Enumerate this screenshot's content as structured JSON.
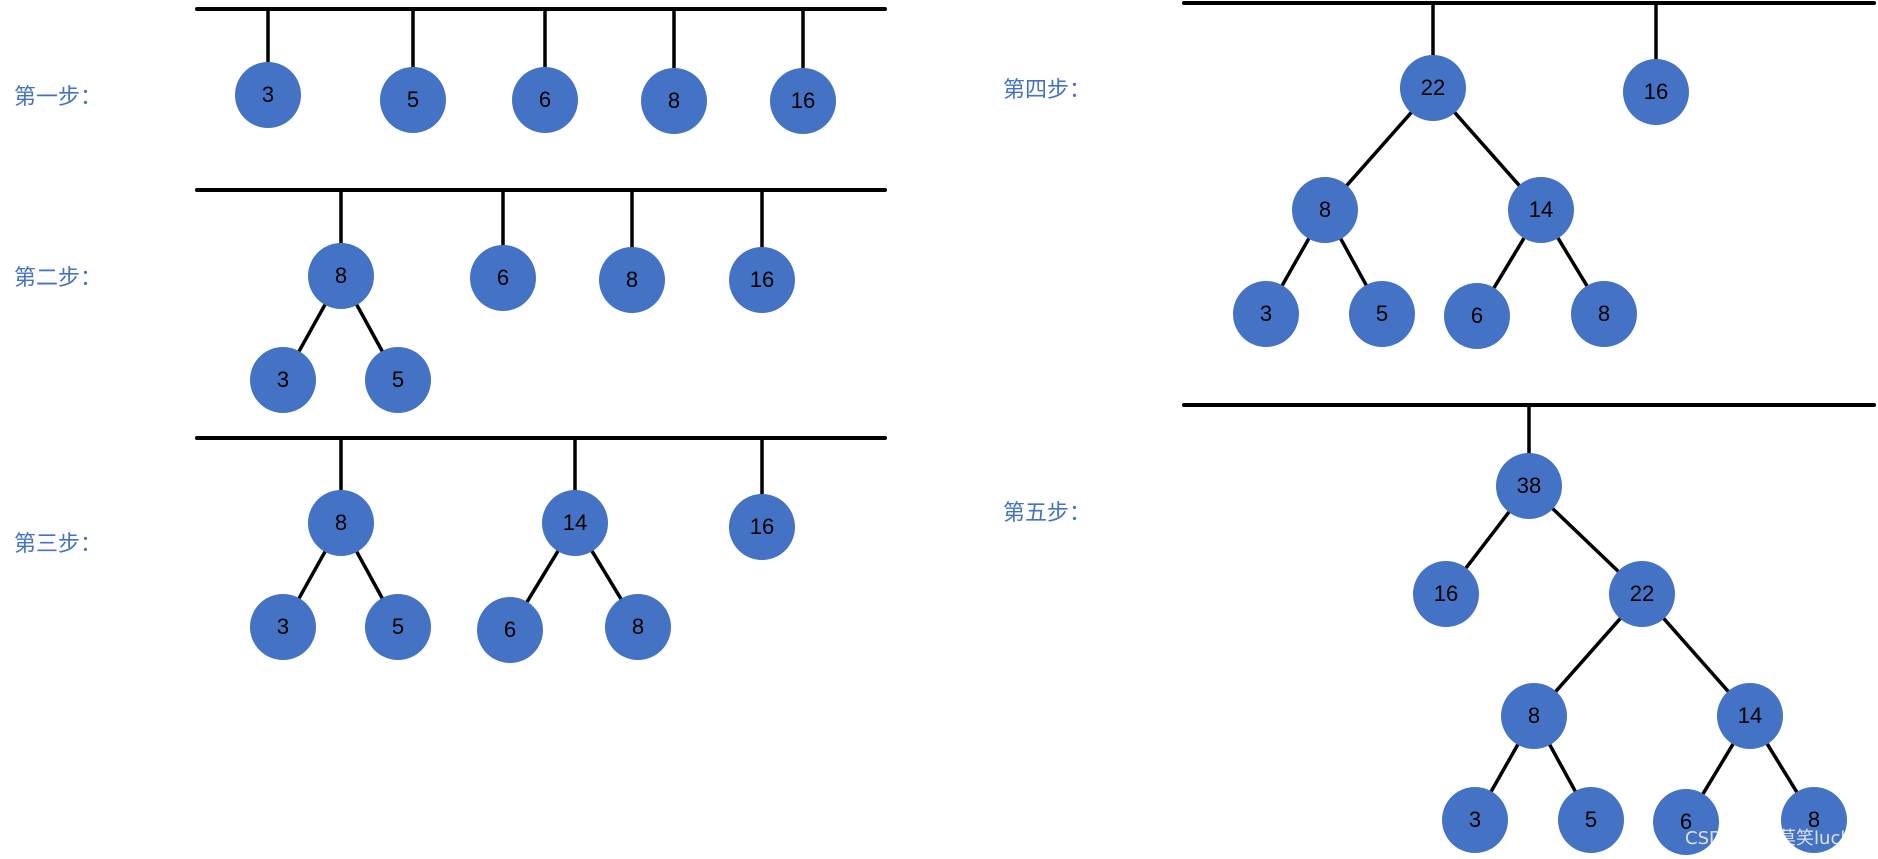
{
  "node_color": "#4472c4",
  "label_color": "#4472c4",
  "watermark": "CSDN @君莫笑lucky",
  "steps": [
    {
      "label": "第一步：",
      "forest": [
        {
          "v": "3"
        },
        {
          "v": "5"
        },
        {
          "v": "6"
        },
        {
          "v": "8"
        },
        {
          "v": "16"
        }
      ]
    },
    {
      "label": "第二步：",
      "forest": [
        {
          "v": "8",
          "c": [
            {
              "v": "3"
            },
            {
              "v": "5"
            }
          ]
        },
        {
          "v": "6"
        },
        {
          "v": "8"
        },
        {
          "v": "16"
        }
      ]
    },
    {
      "label": "第三步：",
      "forest": [
        {
          "v": "8",
          "c": [
            {
              "v": "3"
            },
            {
              "v": "5"
            }
          ]
        },
        {
          "v": "14",
          "c": [
            {
              "v": "6"
            },
            {
              "v": "8"
            }
          ]
        },
        {
          "v": "16"
        }
      ]
    },
    {
      "label": "第四步：",
      "forest": [
        {
          "v": "22",
          "c": [
            {
              "v": "8",
              "c": [
                {
                  "v": "3"
                },
                {
                  "v": "5"
                }
              ]
            },
            {
              "v": "14",
              "c": [
                {
                  "v": "6"
                },
                {
                  "v": "8"
                }
              ]
            }
          ]
        },
        {
          "v": "16"
        }
      ]
    },
    {
      "label": "第五步：",
      "forest": [
        {
          "v": "38",
          "c": [
            {
              "v": "16"
            },
            {
              "v": "22",
              "c": [
                {
                  "v": "8",
                  "c": [
                    {
                      "v": "3"
                    },
                    {
                      "v": "5"
                    }
                  ]
                },
                {
                  "v": "14",
                  "c": [
                    {
                      "v": "6"
                    },
                    {
                      "v": "8"
                    }
                  ]
                }
              ]
            }
          ]
        }
      ]
    }
  ]
}
